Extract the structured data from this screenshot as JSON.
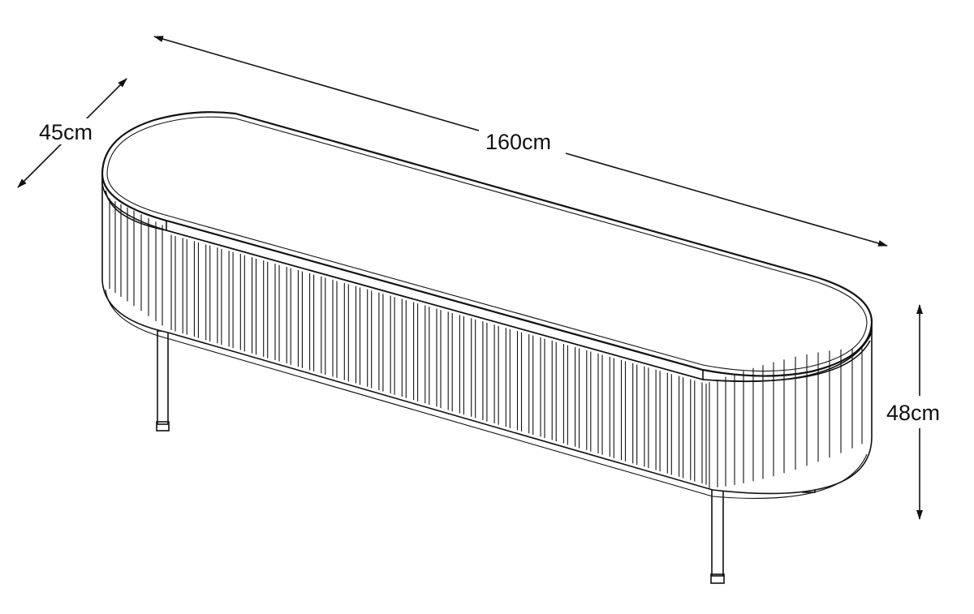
{
  "dimensions": {
    "length": "160cm",
    "depth": "45cm",
    "height": "48cm"
  },
  "colors": {
    "line": "#111111",
    "background": "#ffffff"
  }
}
